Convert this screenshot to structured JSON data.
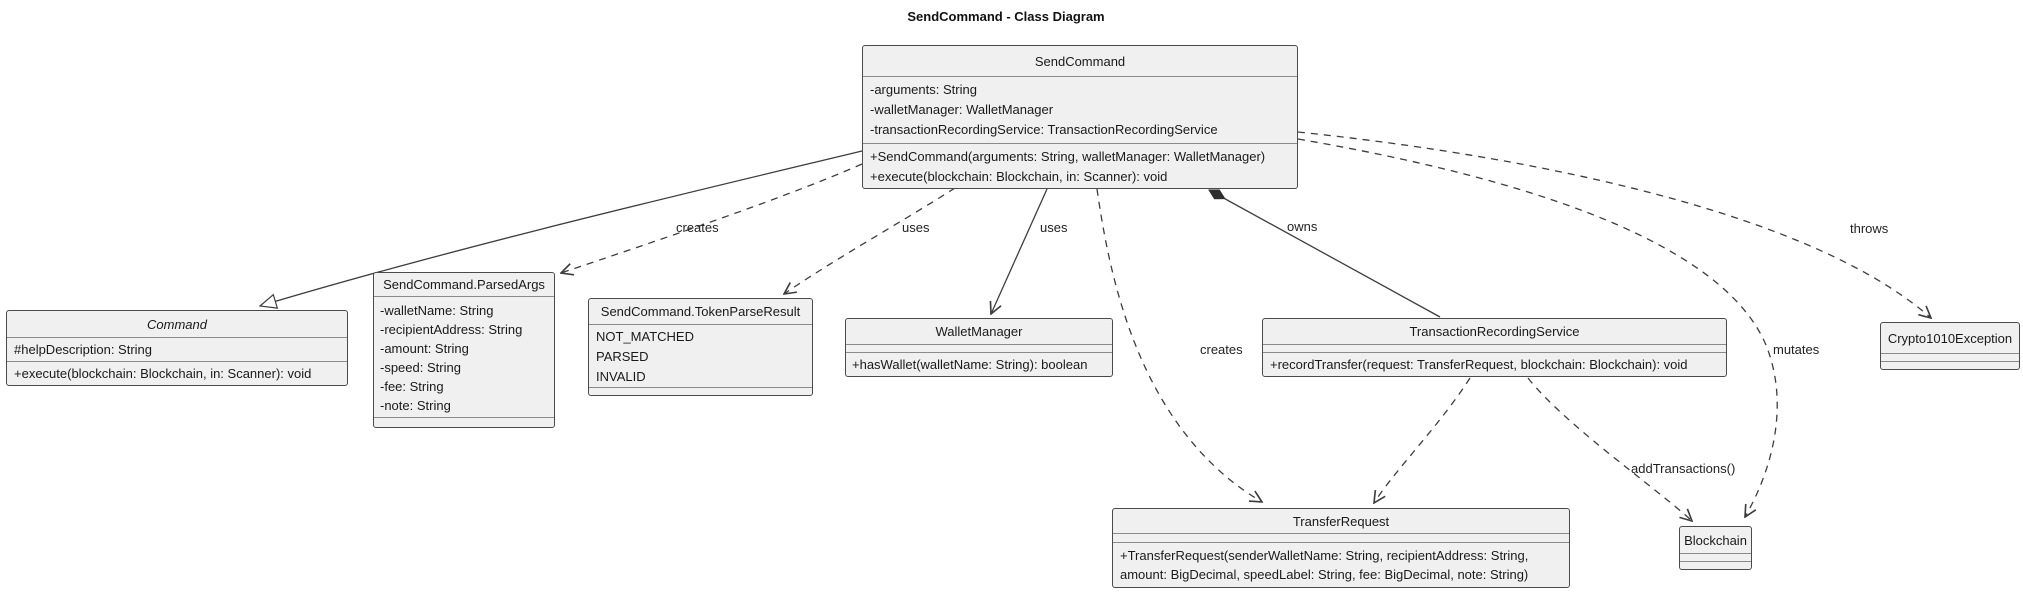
{
  "diagram_title": "SendCommand - Class Diagram",
  "colors": {
    "background": "#ffffff",
    "box_fill": "#f0f0f0",
    "box_border": "#4a4a4a",
    "separator": "#8b8b8b",
    "edge": "#3d3d3d",
    "text": "#1a1a1a"
  },
  "classes": {
    "sendCommand": {
      "name": "SendCommand",
      "attributes": [
        "-arguments: String",
        "-walletManager: WalletManager",
        "-transactionRecordingService: TransactionRecordingService"
      ],
      "methods": [
        "+SendCommand(arguments: String, walletManager: WalletManager)",
        "+execute(blockchain: Blockchain, in: Scanner): void"
      ]
    },
    "command": {
      "name": "Command",
      "attributes": [
        "#helpDescription: String"
      ],
      "methods": [
        "+execute(blockchain: Blockchain, in: Scanner): void"
      ]
    },
    "parsedArgs": {
      "name": "SendCommand.ParsedArgs",
      "attributes": [
        "-walletName: String",
        "-recipientAddress: String",
        "-amount: String",
        "-speed: String",
        "-fee: String",
        "-note: String"
      ]
    },
    "tokenParseResult": {
      "name": "SendCommand.TokenParseResult",
      "values": [
        "NOT_MATCHED",
        "PARSED",
        "INVALID"
      ]
    },
    "walletManager": {
      "name": "WalletManager",
      "methods": [
        "+hasWallet(walletName: String): boolean"
      ]
    },
    "transactionRecordingService": {
      "name": "TransactionRecordingService",
      "methods": [
        "+recordTransfer(request: TransferRequest, blockchain: Blockchain): void"
      ]
    },
    "crypto1010Exception": {
      "name": "Crypto1010Exception"
    },
    "transferRequest": {
      "name": "TransferRequest",
      "methods": [
        "+TransferRequest(senderWalletName: String, recipientAddress: String, amount: BigDecimal, speedLabel: String, fee: BigDecimal, note: String)"
      ]
    },
    "blockchain": {
      "name": "Blockchain"
    }
  },
  "edge_labels": {
    "creates_parsedargs": "creates",
    "uses_tokenparseresult": "uses",
    "uses_walletmanager": "uses",
    "owns": "owns",
    "creates_transferrequest": "creates",
    "mutates": "mutates",
    "throws": "throws",
    "add_transactions": "addTransactions()"
  }
}
